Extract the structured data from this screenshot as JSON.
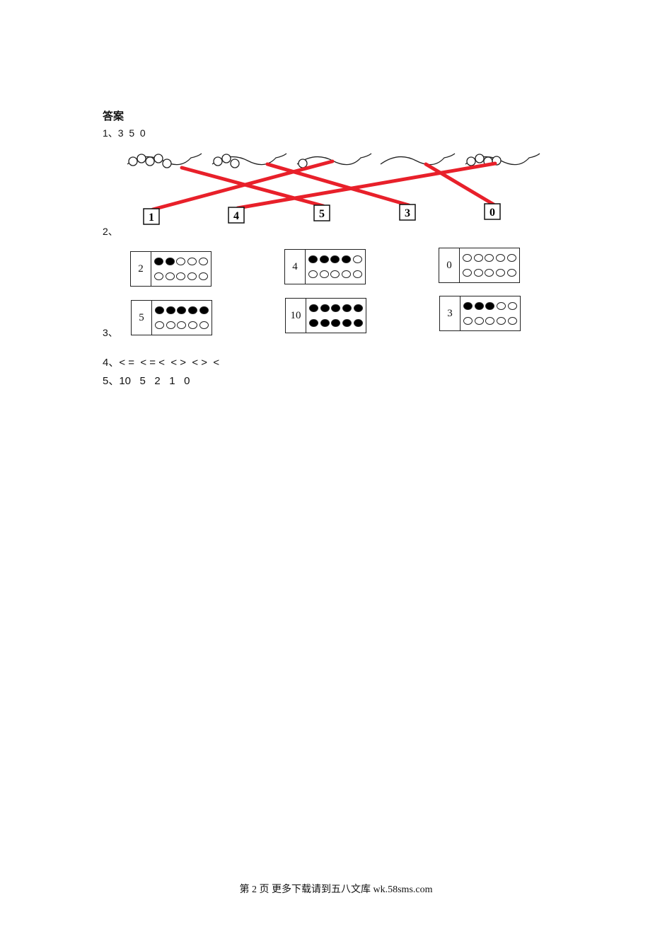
{
  "heading": "答案",
  "q1": {
    "label": "1、3  5  0"
  },
  "q2": {
    "label": "2、",
    "bead_groups": [
      5,
      3,
      1,
      0,
      4
    ],
    "boxes": [
      "1",
      "4",
      "5",
      "3",
      "0"
    ],
    "matches": [
      {
        "group": 0,
        "box": "5"
      },
      {
        "group": 1,
        "box": "3"
      },
      {
        "group": 2,
        "box": "1"
      },
      {
        "group": 3,
        "box": "0"
      },
      {
        "group": 4,
        "box": "4"
      }
    ],
    "line_color": "#e8202a"
  },
  "q3": {
    "label": "3、",
    "frames": [
      {
        "number": "2",
        "filled": 2
      },
      {
        "number": "4",
        "filled": 4
      },
      {
        "number": "0",
        "filled": 0
      },
      {
        "number": "5",
        "filled": 5
      },
      {
        "number": "10",
        "filled": 10
      },
      {
        "number": "3",
        "filled": 3
      }
    ]
  },
  "q4": {
    "label": "4、< =  < = <  < >  < >  <"
  },
  "q5": {
    "label": "5、10   5   2   1   0"
  },
  "footer": "第 2 页 更多下载请到五八文库 wk.58sms.com"
}
